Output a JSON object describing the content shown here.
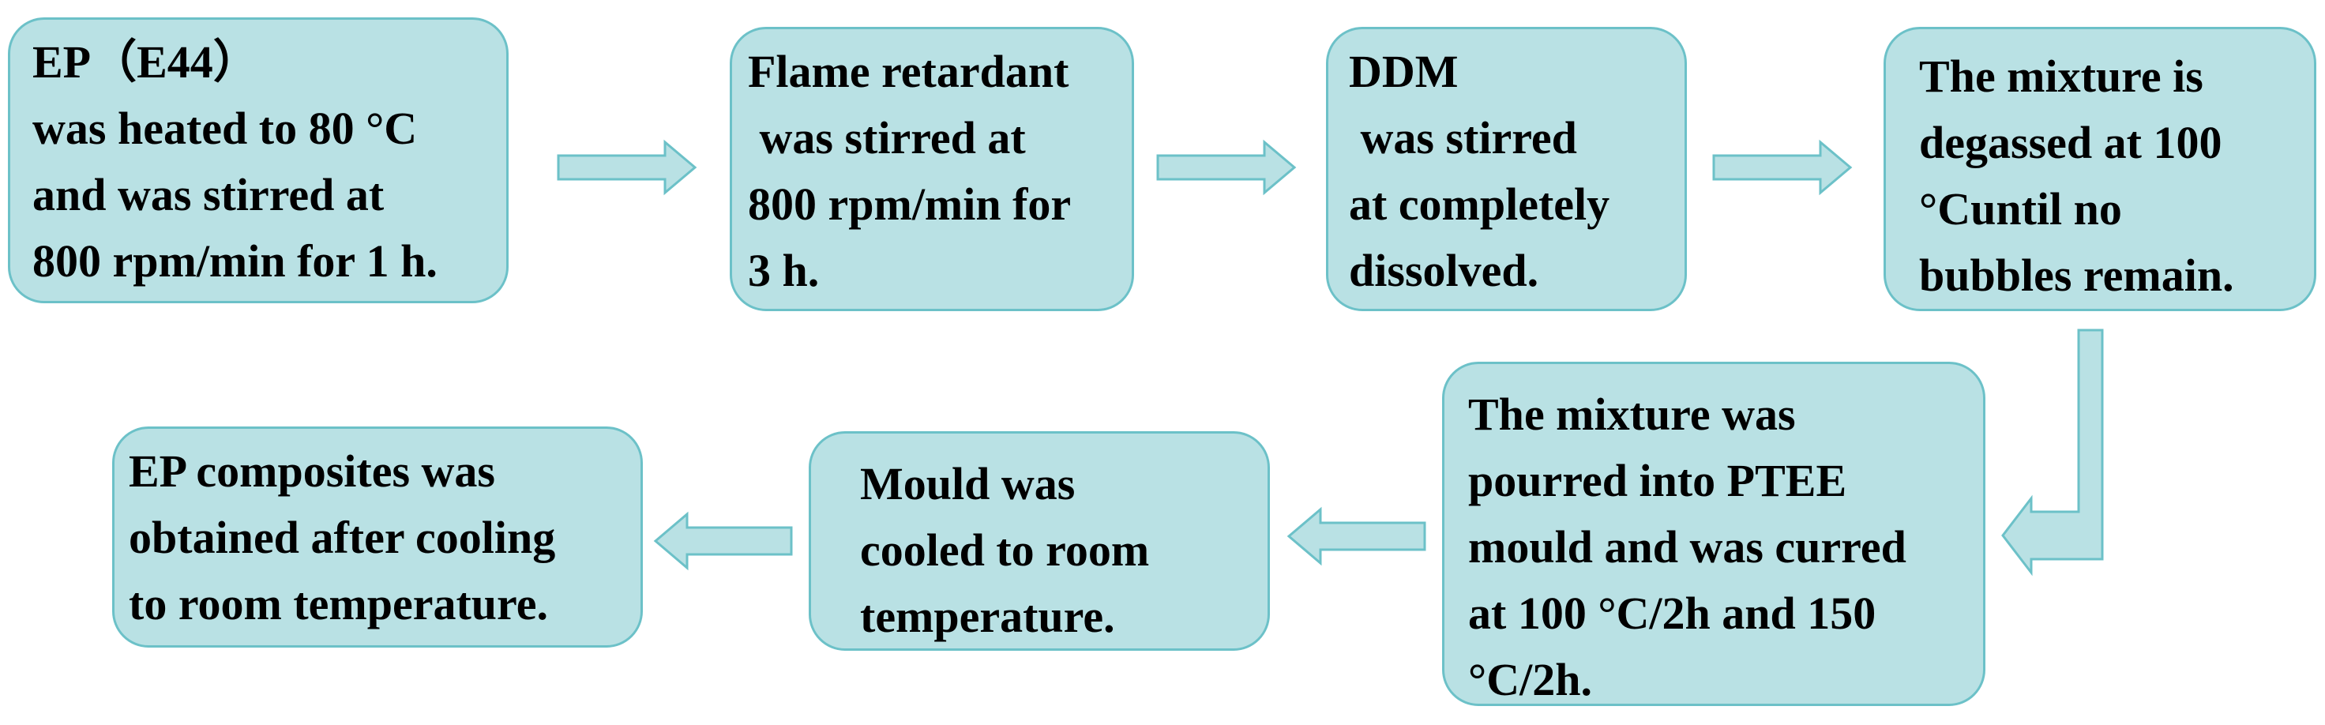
{
  "steps": [
    {
      "lines": [
        "EP（E44）",
        "was heated to 80 °C",
        "and was stirred at",
        "800 rpm/min for 1 h."
      ]
    },
    {
      "lines": [
        "Flame retardant",
        " was stirred at",
        "800 rpm/min for",
        "3 h."
      ]
    },
    {
      "lines": [
        "DDM",
        " was stirred",
        "at completely",
        "dissolved."
      ]
    },
    {
      "lines": [
        "The mixture is",
        "degassed at 100",
        "°Cuntil no",
        "bubbles remain."
      ]
    },
    {
      "lines": [
        "The mixture was",
        "pourred into PTEE",
        "mould and was curred",
        "at 100 °C/2h and 150",
        "°C/2h."
      ]
    },
    {
      "lines": [
        "Mould was",
        "cooled to room",
        "temperature."
      ]
    },
    {
      "lines": [
        "EP composites was",
        "obtained after cooling",
        "to room temperature."
      ]
    }
  ],
  "colors": {
    "box_fill": "#b9e1e4",
    "box_border": "#6cc1c8",
    "arrow_fill": "#b9e1e4",
    "arrow_stroke": "#6cc1c8",
    "text": "#000000"
  }
}
